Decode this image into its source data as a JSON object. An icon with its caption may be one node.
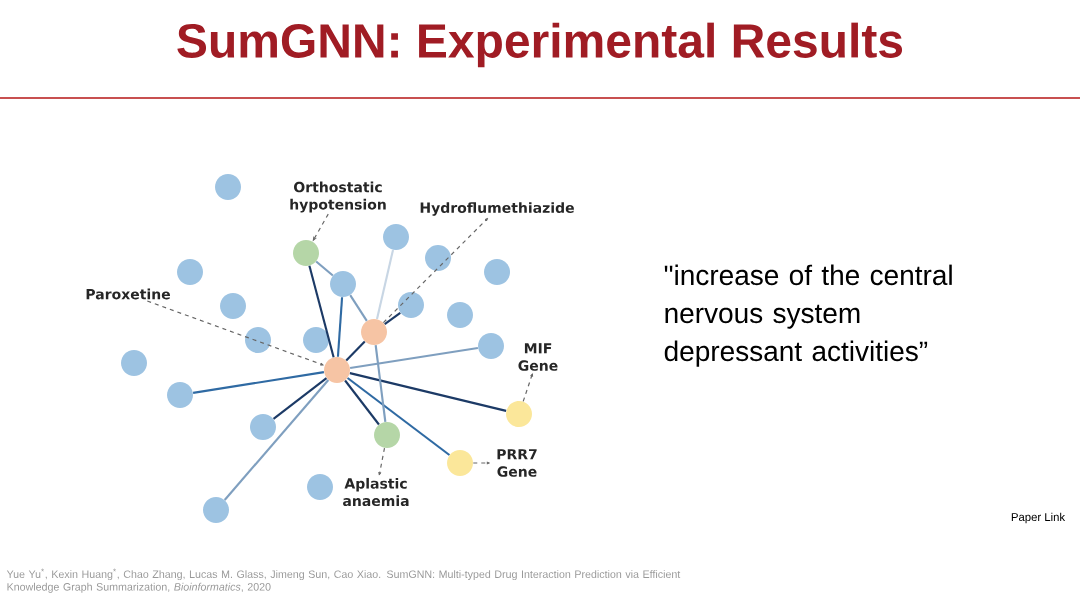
{
  "diagram": {
    "title": "SumGNN: Experimental Results",
    "nodes": [
      {
        "text": [
          "Orthostatic hypotension"
        ]
      },
      {
        "text": [
          "Hydroflumethiazide"
        ]
      },
      {
        "text": [
          "Paroxetine"
        ]
      },
      {
        "text": [
          "MIF Gene"
        ]
      },
      {
        "text": [
          "PRR7 Gene"
        ]
      },
      {
        "text": [
          "Aplastic anaemia"
        ]
      },
      {
        "text": [],
        "shape": "circle"
      },
      {
        "text": [],
        "shape": "circle"
      },
      {
        "text": [],
        "shape": "circle"
      },
      {
        "text": [],
        "shape": "circle"
      },
      {
        "text": [],
        "shape": "circle"
      },
      {
        "text": [],
        "shape": "circle"
      },
      {
        "text": [],
        "shape": "circle"
      },
      {
        "text": [],
        "shape": "circle"
      },
      {
        "text": [],
        "shape": "circle"
      },
      {
        "text": [],
        "shape": "circle"
      },
      {
        "text": [],
        "shape": "circle"
      },
      {
        "text": [],
        "shape": "circle"
      },
      {
        "text": [],
        "shape": "circle"
      },
      {
        "text": [],
        "shape": "circle"
      },
      {
        "text": [],
        "shape": "circle"
      },
      {
        "text": [],
        "shape": "circle"
      },
      {
        "text": [],
        "shape": "circle"
      },
      {
        "text": [],
        "shape": "circle"
      },
      {
        "text": [],
        "shape": "circle"
      },
      {
        "text": [],
        "shape": "circle"
      },
      {
        "text": [],
        "shape": "circle"
      },
      {
        "text": [],
        "shape": "circle"
      },
      {
        "text": [],
        "shape": "circle"
      }
    ],
    "edges": [
      {
        "from": 21,
        "to": 8,
        "arrow": "none",
        "color": "#1c3a66"
      },
      {
        "from": 21,
        "to": 12,
        "arrow": "none"
      },
      {
        "from": 21,
        "to": 16,
        "arrow": "none",
        "color": "#1c3a66"
      },
      {
        "from": 21,
        "to": 19,
        "arrow": "none",
        "color": "#7f9fbf"
      },
      {
        "from": 21,
        "to": 23,
        "arrow": "none",
        "color": "#1c3a66"
      },
      {
        "from": 21,
        "to": 26,
        "arrow": "none"
      },
      {
        "from": 21,
        "to": 25,
        "arrow": "none",
        "color": "#1c3a66"
      },
      {
        "from": 21,
        "to": 24,
        "arrow": "none",
        "color": "#1c3a66"
      },
      {
        "from": 21,
        "to": 22,
        "arrow": "none"
      },
      {
        "from": 21,
        "to": 28,
        "arrow": "none",
        "color": "#7f9fbf"
      },
      {
        "from": 8,
        "to": 12,
        "arrow": "none",
        "color": "#7f9fbf"
      },
      {
        "from": 12,
        "to": 16,
        "arrow": "none",
        "color": "#7f9fbf"
      },
      {
        "from": 16,
        "to": 13,
        "arrow": "none",
        "color": "#1c3a66"
      },
      {
        "from": 16,
        "to": 7,
        "arrow": "none",
        "color": "#c8d6e4"
      },
      {
        "from": 16,
        "to": 25,
        "arrow": "none",
        "color": "#7f9fbf"
      },
      {
        "from": 0,
        "to": 8,
        "arrow": "to",
        "style": "dashed",
        "color": "#666666"
      },
      {
        "from": 16,
        "to": 1,
        "arrow": "to",
        "style": "dashed",
        "color": "#666666"
      },
      {
        "from": 2,
        "to": 21,
        "arrow": "to",
        "style": "dashed",
        "color": "#666666"
      },
      {
        "from": 23,
        "to": 3,
        "arrow": "to",
        "style": "dashed",
        "color": "#666666"
      },
      {
        "from": 25,
        "to": 5,
        "arrow": "to",
        "style": "dashed",
        "color": "#666666"
      },
      {
        "from": 26,
        "to": 4,
        "arrow": "to",
        "style": "dashed",
        "color": "#666666"
      }
    ],
    "labels": [
      "\"increase of the central nervous system depressant activities”",
      "Paper Link",
      "Yue Yu$^{*}$, Kexin Huang$^{*}$, Chao Zhang, Lucas M. Glass, Jimeng Sun, Cao Xiao. SumGNN: Multi-typed Drug Interaction Prediction via Efficient Knowledge Graph Summarization, *Bioinformatics*, 2020"
    ]
  }
}
